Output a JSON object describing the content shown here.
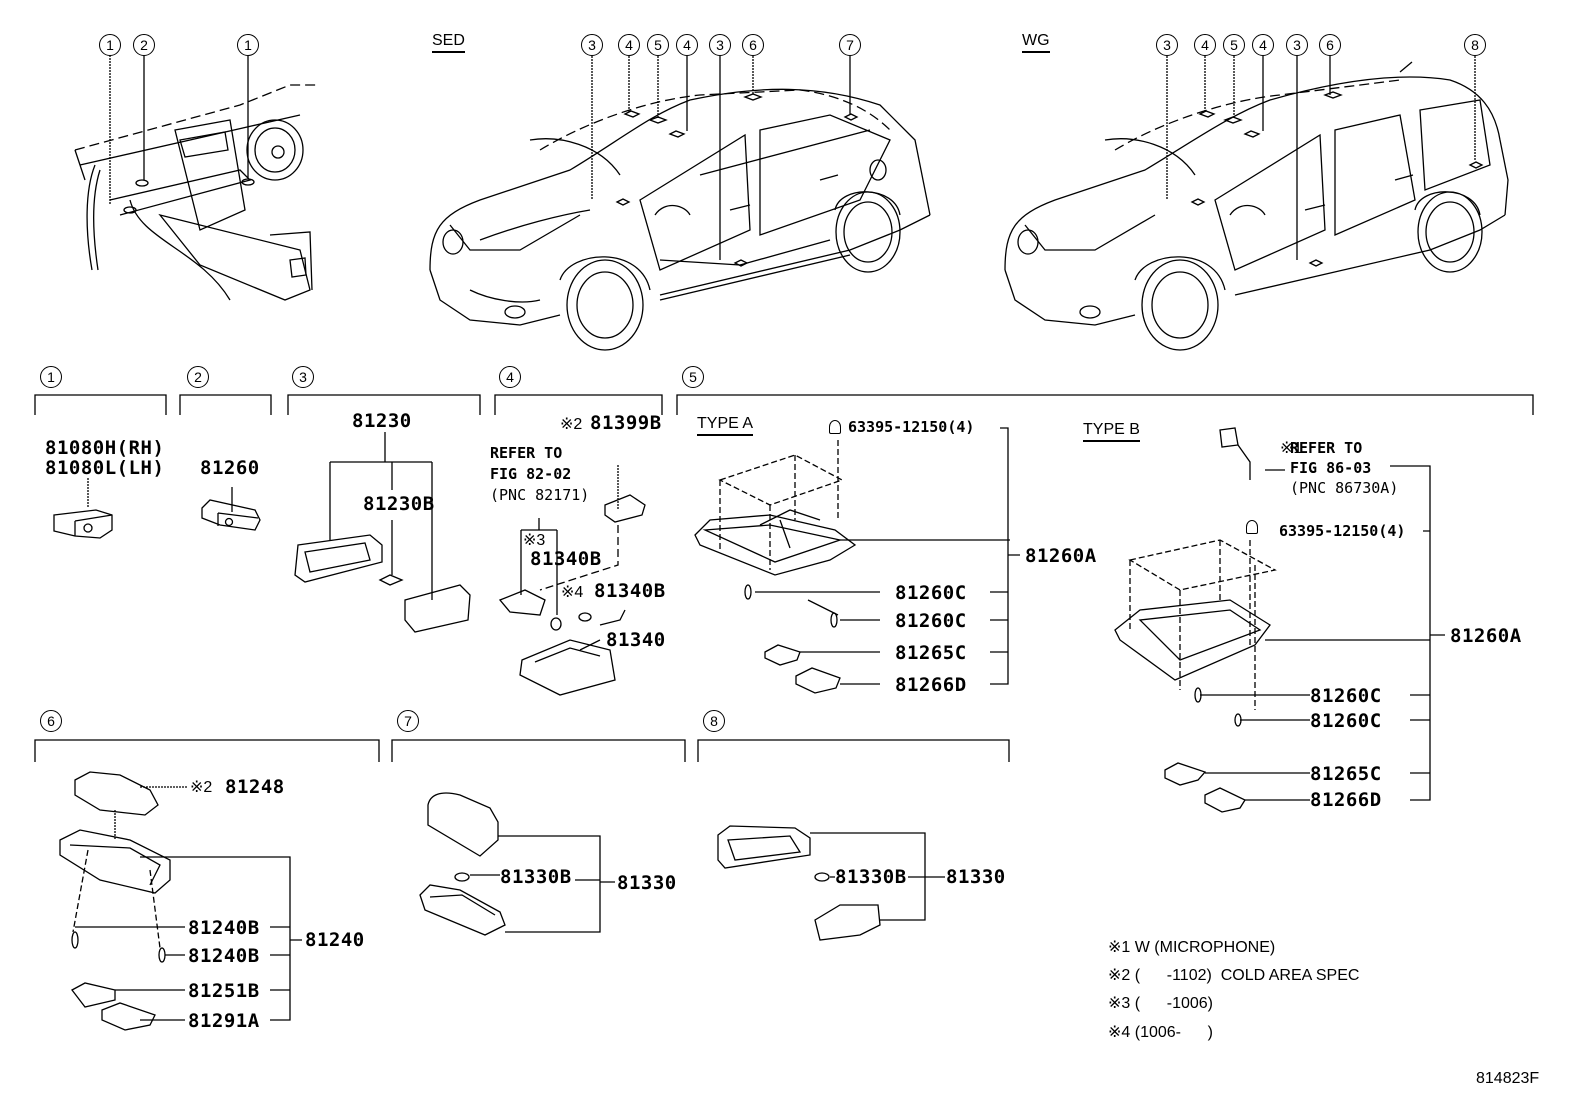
{
  "diagram": {
    "figure_id": "814823F",
    "views": {
      "dash": {
        "callouts": [
          "1",
          "2",
          "1"
        ]
      },
      "sedan": {
        "label": "SED",
        "callouts": [
          "3",
          "4",
          "5",
          "4",
          "3",
          "6",
          "7"
        ]
      },
      "wagon": {
        "label": "WG",
        "callouts": [
          "3",
          "4",
          "5",
          "4",
          "3",
          "6",
          "8"
        ]
      }
    },
    "groups": [
      {
        "id": "1",
        "parts": [
          "81080H(RH)",
          "81080L(LH)"
        ]
      },
      {
        "id": "2",
        "parts": [
          "81260"
        ]
      },
      {
        "id": "3",
        "assembly": "81230",
        "parts": [
          "81230B"
        ]
      },
      {
        "id": "4",
        "parts": [
          "81399B",
          "81340B",
          "81340B",
          "81340"
        ],
        "mark_81399B": "※2",
        "mark_81340B_a": "※3",
        "mark_81340B_b": "※4",
        "refer": [
          "REFER TO",
          "FIG 82-02",
          "(PNC 82171)"
        ]
      },
      {
        "id": "5",
        "type_a": {
          "label": "TYPE A",
          "clip": "63395-12150(4)",
          "assembly": "81260A",
          "parts": [
            "81260C",
            "81260C",
            "81265C",
            "81266D"
          ]
        },
        "type_b": {
          "label": "TYPE B",
          "mark": "※1",
          "refer": [
            "REFER TO",
            "FIG 86-03",
            "(PNC 86730A)"
          ],
          "clip": "63395-12150(4)",
          "assembly": "81260A",
          "parts": [
            "81260C",
            "81260C",
            "81265C",
            "81266D"
          ]
        }
      },
      {
        "id": "6",
        "mark": "※2",
        "cover": "81248",
        "assembly": "81240",
        "parts": [
          "81240B",
          "81240B",
          "81251B",
          "81291A"
        ]
      },
      {
        "id": "7",
        "assembly": "81330",
        "parts": [
          "81330B"
        ]
      },
      {
        "id": "8",
        "assembly": "81330",
        "parts": [
          "81330B"
        ]
      }
    ],
    "notes": [
      {
        "mark": "※1",
        "text": " W (MICROPHONE)"
      },
      {
        "mark": "※2",
        "text": " (      -1102)  COLD AREA SPEC"
      },
      {
        "mark": "※3",
        "text": " (      -1006)"
      },
      {
        "mark": "※4",
        "text": " (1006-      )"
      }
    ]
  }
}
